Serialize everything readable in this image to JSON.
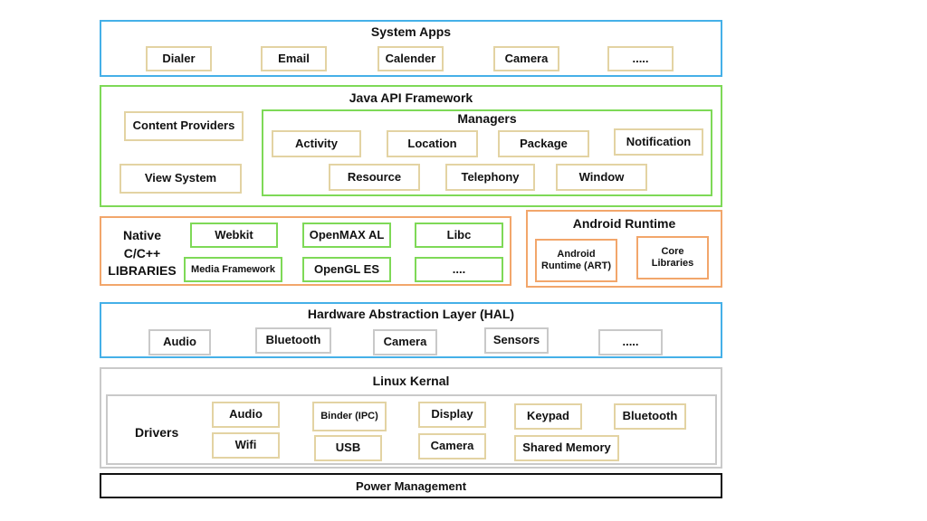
{
  "colors": {
    "blue": "#45b0e8",
    "green": "#7ed957",
    "orange": "#f2a66b",
    "grey": "#c9c9c9",
    "black": "#111111",
    "box_border": "#e3d3a3"
  },
  "system_apps": {
    "title": "System Apps",
    "items": [
      "Dialer",
      "Email",
      "Calender",
      "Camera",
      "....."
    ]
  },
  "java_api": {
    "title": "Java API Framework",
    "content_providers": "Content Providers",
    "view_system": "View System",
    "managers": {
      "title": "Managers",
      "items": [
        "Activity",
        "Location",
        "Package",
        "Notification",
        "Resource",
        "Telephony",
        "Window"
      ]
    }
  },
  "native_libs": {
    "label_line1": "Native",
    "label_line2": "C/C++",
    "label_line3": "LIBRARIES",
    "items": [
      "Webkit",
      "OpenMAX AL",
      "Libc",
      "Media Framework",
      "OpenGL ES",
      "...."
    ]
  },
  "android_runtime": {
    "title": "Android Runtime",
    "art_line1": "Android",
    "art_line2": "Runtime (ART)",
    "core_line1": "Core",
    "core_line2": "Libraries"
  },
  "hal": {
    "title": "Hardware Abstraction Layer (HAL)",
    "items": [
      "Audio",
      "Bluetooth",
      "Camera",
      "Sensors",
      "....."
    ]
  },
  "linux_kernel": {
    "title": "Linux Kernal",
    "drivers_label": "Drivers",
    "items": [
      "Audio",
      "Wifi",
      "Binder (IPC)",
      "USB",
      "Display",
      "Camera",
      "Keypad",
      "Shared Memory",
      "Bluetooth"
    ]
  },
  "power": {
    "label": "Power Management"
  }
}
